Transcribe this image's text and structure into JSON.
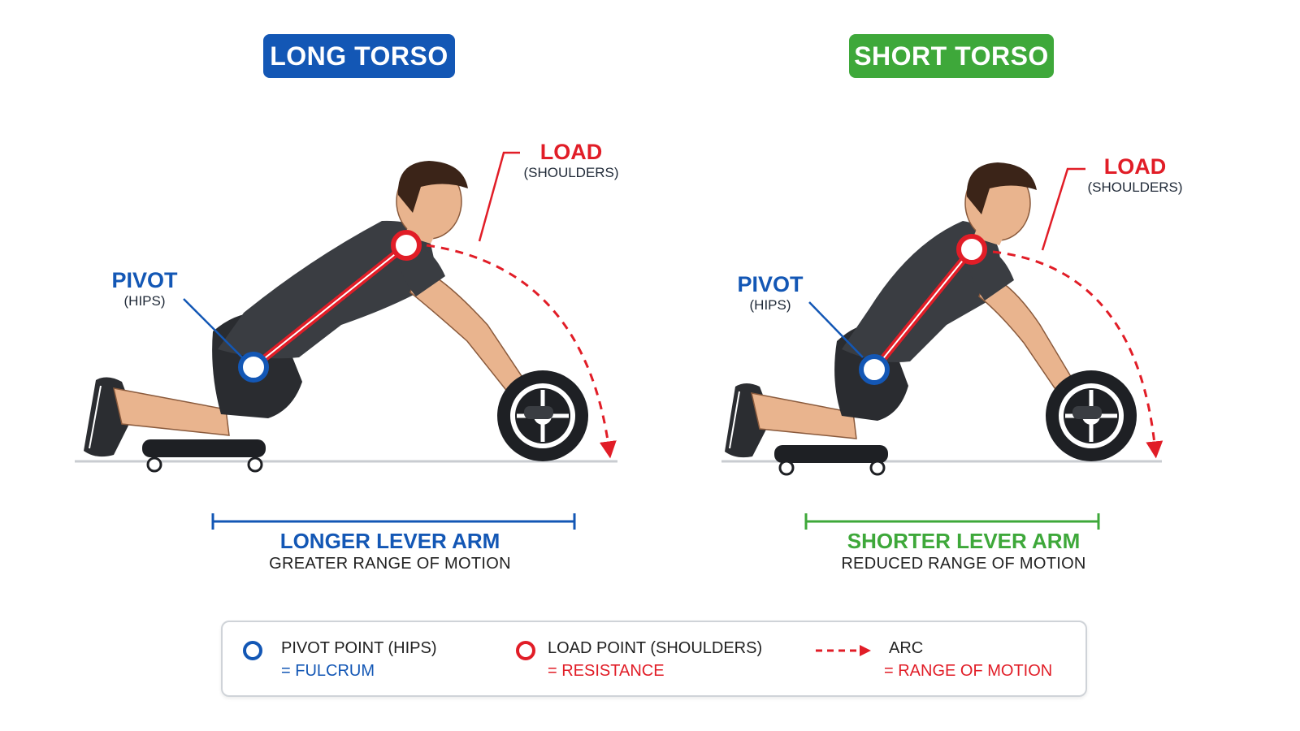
{
  "panels": [
    {
      "id": "long",
      "title": "LONG TORSO",
      "pivot_label": "PIVOT",
      "pivot_sub": "(HIPS)",
      "load_label": "LOAD",
      "load_sub": "(SHOULDERS)",
      "lever_label": "LONGER LEVER ARM",
      "lever_sub": "GREATER RANGE OF MOTION",
      "accent_color": "#1357b5"
    },
    {
      "id": "short",
      "title": "SHORT TORSO",
      "pivot_label": "PIVOT",
      "pivot_sub": "(HIPS)",
      "load_label": "LOAD",
      "load_sub": "(SHOULDERS)",
      "lever_label": "SHORTER LEVER ARM",
      "lever_sub": "REDUCED RANGE OF MOTION",
      "accent_color": "#3ea83a"
    }
  ],
  "legend": {
    "pivot": {
      "label": "PIVOT POINT (HIPS)",
      "meaning": "= FULCRUM",
      "color": "#1357b5"
    },
    "load": {
      "label": "LOAD POINT (SHOULDERS)",
      "meaning": "= RESISTANCE",
      "color": "#e11d27"
    },
    "arc": {
      "label": "ARC",
      "meaning": "= RANGE OF MOTION",
      "color": "#e11d27"
    }
  },
  "colors": {
    "pivot_blue": "#1357b5",
    "load_red": "#e11d27",
    "short_green": "#3ea83a",
    "shirt": "#3a3d42",
    "skin": "#e9b48e"
  },
  "icons": [
    "pivot-circle-icon",
    "load-circle-icon",
    "dashed-arc-arrow-icon",
    "ab-roller-wheel-icon",
    "knee-pad-icon",
    "athlete-figure-icon"
  ]
}
